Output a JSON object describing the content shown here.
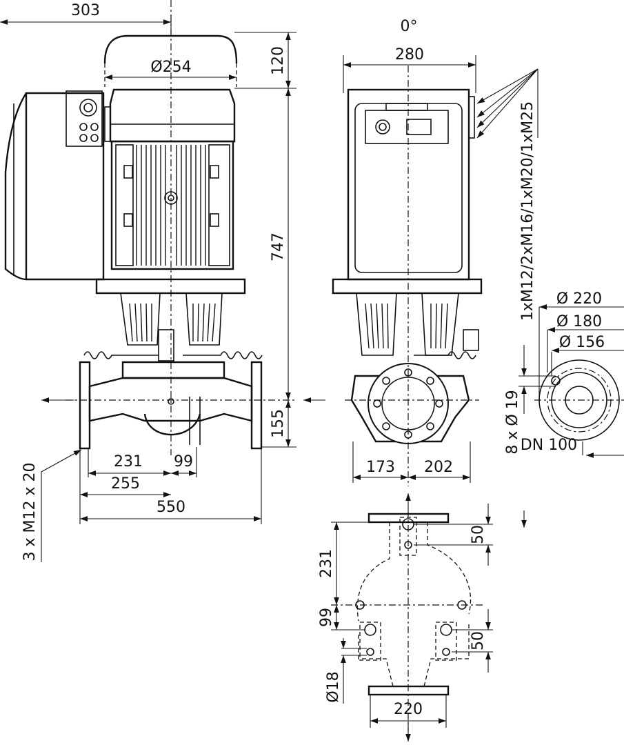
{
  "dimensions": {
    "front": {
      "width_top": "303",
      "motor_diameter": "Ø254",
      "fan_height": "120",
      "total_height": "747",
      "pipe_height": "155",
      "dim_231": "231",
      "dim_99": "99",
      "dim_255": "255",
      "dim_550": "550",
      "bolts": "3 x M12 x 20"
    },
    "side": {
      "angle": "0°",
      "width": "280",
      "cable_glands": "1xM12/2xM16/1xM20/1xM25",
      "dim_173": "173",
      "dim_202": "202"
    },
    "flange": {
      "d220": "Ø 220",
      "d180": "Ø 180",
      "d156": "Ø 156",
      "holes": "8 x Ø 19",
      "dn": "DN 100"
    },
    "base": {
      "dim_50_top": "50",
      "dim_231": "231",
      "dim_99": "99",
      "dim_50_bottom": "50",
      "hole_d": "Ø18",
      "width_220": "220"
    }
  }
}
